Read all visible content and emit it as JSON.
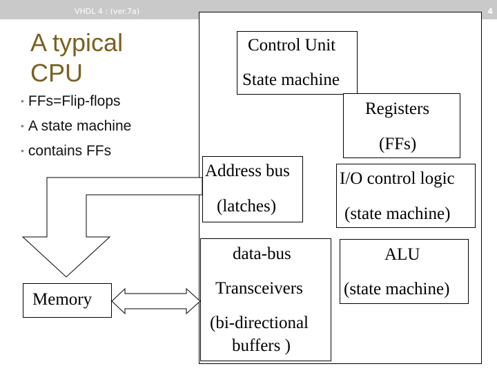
{
  "header": {
    "course": "VHDL 4 : (ver.7a)",
    "page_number": "4"
  },
  "title": {
    "line1": "A typical",
    "line2": "CPU"
  },
  "bullets": [
    "FFs=Flip-flops",
    "A state machine",
    "contains FFs"
  ],
  "cpu": {
    "control_unit": {
      "line1": "Control Unit",
      "line2": "State machine"
    },
    "registers": {
      "line1": "Registers",
      "line2": "(FFs)"
    },
    "address_bus": {
      "line1": "Address bus",
      "line2": "(latches)"
    },
    "io_control": {
      "line1": "I/O control logic",
      "line2": "(state machine)"
    },
    "data_bus": {
      "line1": "data-bus",
      "line2": "Transceivers",
      "line3": "(bi-directional",
      "line4": "buffers )"
    },
    "alu": {
      "line1": "ALU",
      "line2": "(state machine)"
    }
  },
  "memory": {
    "label": "Memory"
  }
}
